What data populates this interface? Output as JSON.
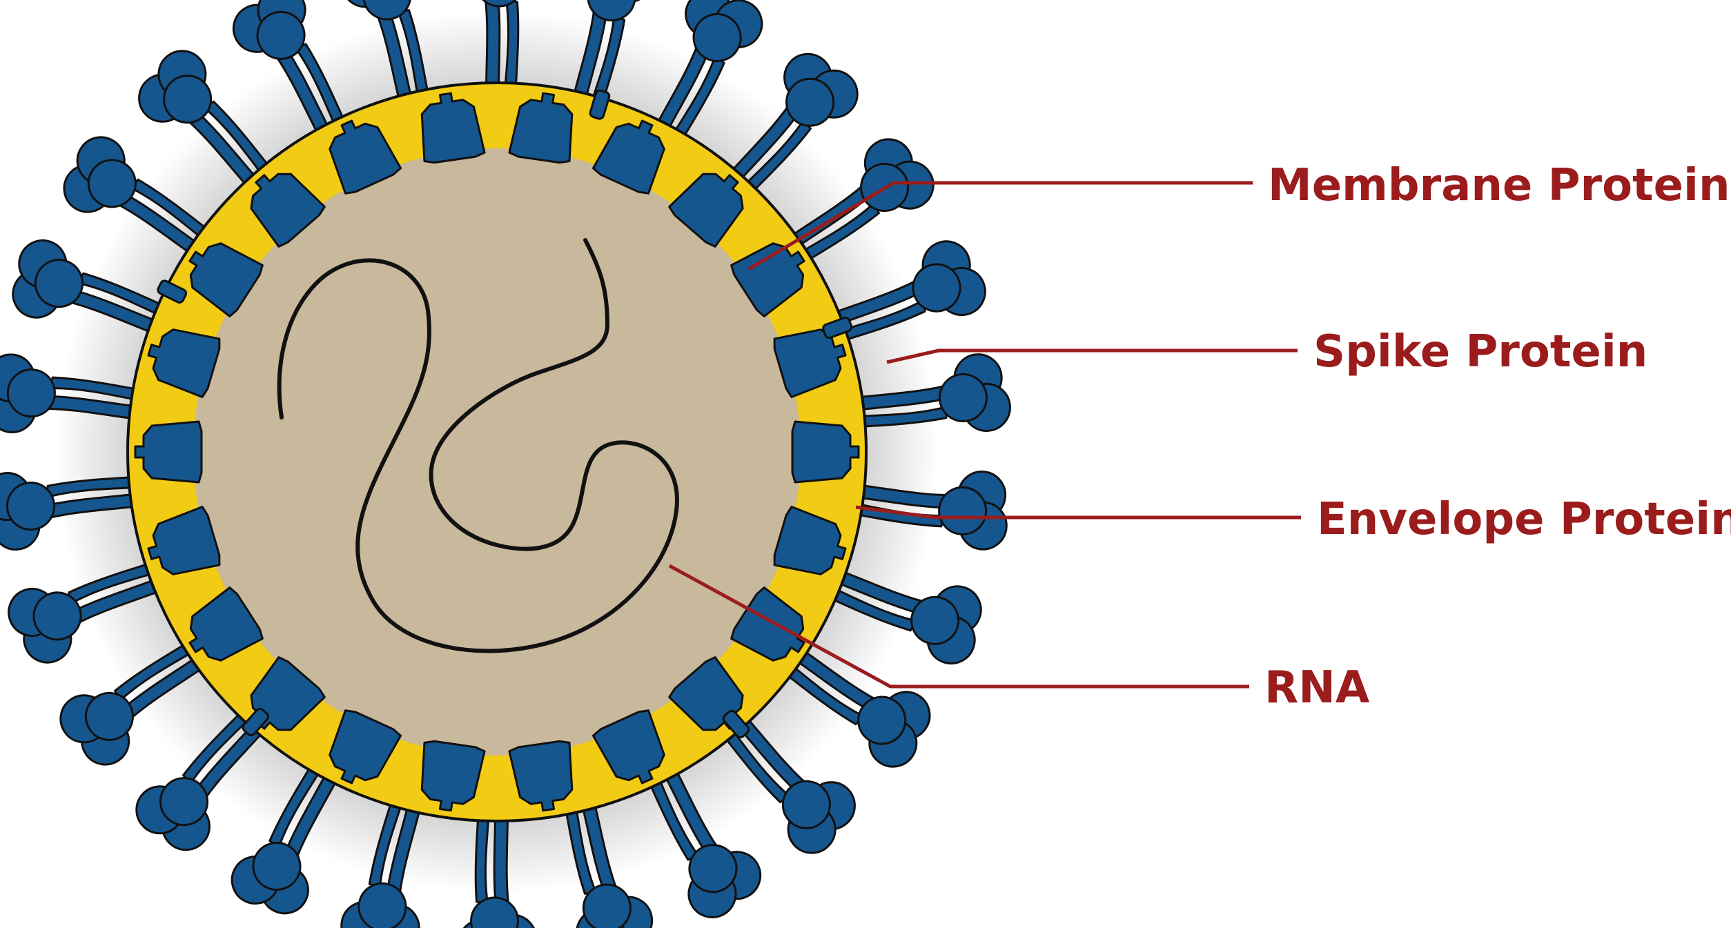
{
  "colors": {
    "background": "#ffffff",
    "capsid": "#c8b89c",
    "membrane": "#f2cb15",
    "protein": "#16568f",
    "outline": "#111111",
    "leader": "#9b1c1c",
    "label": "#9b1c1c"
  },
  "labels": {
    "membrane_protein": "Membrane Protein",
    "spike_protein": "Spike Protein",
    "envelope_protein": "Envelope Protein",
    "rna": "RNA"
  }
}
